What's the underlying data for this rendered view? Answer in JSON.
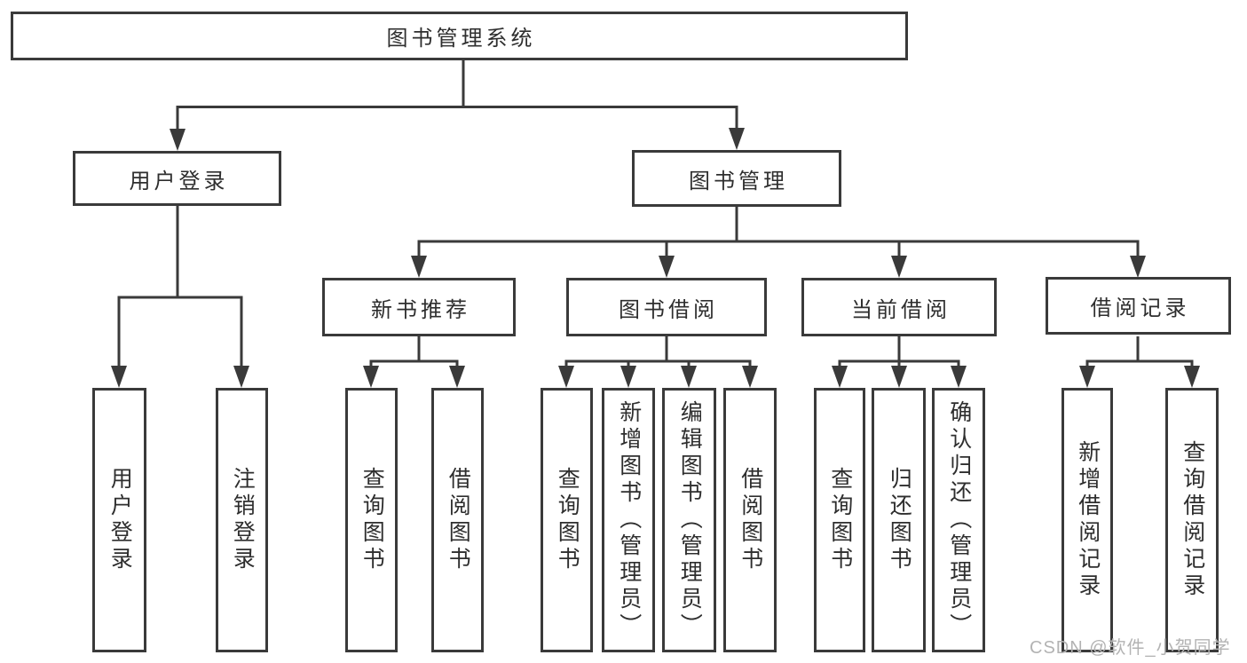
{
  "root": {
    "label": "图书管理系统"
  },
  "branches": [
    {
      "label": "用户登录",
      "children": [
        {
          "label": "用户登录"
        },
        {
          "label": "注销登录"
        }
      ]
    },
    {
      "label": "图书管理",
      "sections": [
        {
          "label": "新书推荐",
          "children": [
            {
              "label": "查询图书"
            },
            {
              "label": "借阅图书"
            }
          ]
        },
        {
          "label": "图书借阅",
          "children": [
            {
              "label": "查询图书"
            },
            {
              "label": "新增图书（管理员）"
            },
            {
              "label": "编辑图书（管理员）"
            },
            {
              "label": "借阅图书"
            }
          ]
        },
        {
          "label": "当前借阅",
          "children": [
            {
              "label": "查询图书"
            },
            {
              "label": "归还图书"
            },
            {
              "label": "确认归还（管理员）"
            }
          ]
        },
        {
          "label": "借阅记录",
          "children": [
            {
              "label": "新增借阅记录"
            },
            {
              "label": "查询借阅记录"
            }
          ]
        }
      ]
    }
  ],
  "watermark": "CSDN @软件_小贺同学",
  "colors": {
    "line": "#3a3a3a",
    "text": "#2e2e2e",
    "watermark": "#b3b3b3",
    "background": "#ffffff"
  }
}
